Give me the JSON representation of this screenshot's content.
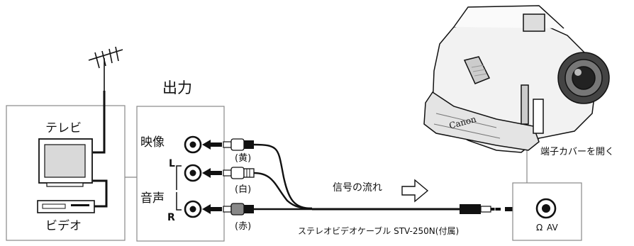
{
  "labels": {
    "output": "出力",
    "tv": "テレビ",
    "video": "ビデオ",
    "picture": "映像",
    "audio": "音声",
    "left_channel": "L",
    "right_channel": "R",
    "yellow": "(黄)",
    "white": "(白)",
    "red": "(赤)",
    "signal_flow": "信号の流れ",
    "open_cover": "端子カバーを開く",
    "cable_name": "ステレオビデオケーブル STV-250N(付属)",
    "av_terminal": "AV",
    "headphone_symbol": "Ω",
    "brand": "Canon"
  },
  "colors": {
    "line": "#111111",
    "gray": "#888888",
    "screen": "#d9d9d9",
    "camera_body": "#f2f2f2"
  },
  "icons": [
    "antenna-icon",
    "tv-icon",
    "vcr-icon",
    "camcorder-icon",
    "flow-arrow-icon",
    "av-jack-icon"
  ]
}
